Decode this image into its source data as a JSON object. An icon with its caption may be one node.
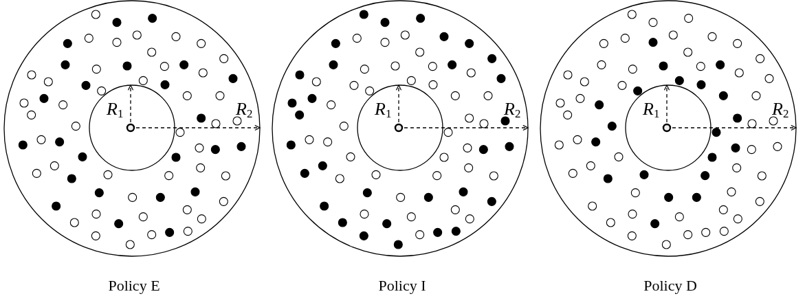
{
  "diagram": {
    "labels": [
      "*R*$_{1}$",
      "*R*$_{2}$",
      "*R*$_{1}$",
      "*R*$_{2}$",
      "*R*$_{1}$",
      "*R*$_{2}$",
      "Policy E",
      "Policy I",
      "Policy D"
    ]
  }
}
